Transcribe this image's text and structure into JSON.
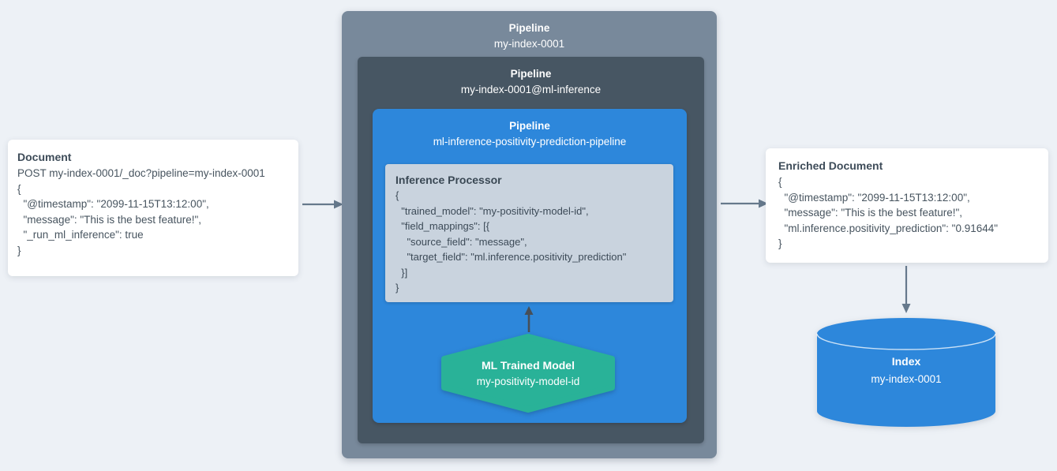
{
  "colors": {
    "background": "#edf1f6",
    "outer_pipeline_box": "#78899b",
    "inner_pipeline_box": "#475663",
    "blue_pipeline_box": "#2d87db",
    "processor_box": "#c9d3de",
    "model_hexagon": "#29b298",
    "index_cylinder": "#2d87db",
    "flow_arrow": "#66798c",
    "model_arrow": "#474f58",
    "card_text": "#47545f"
  },
  "document_card": {
    "title": "Document",
    "lines": [
      "POST my-index-0001/_doc?pipeline=my-index-0001",
      "{",
      "  \"@timestamp\": \"2099-11-15T13:12:00\",",
      "  \"message\": \"This is the best feature!\",",
      "  \"_run_ml_inference\": true",
      "}"
    ]
  },
  "outer_pipeline": {
    "title": "Pipeline",
    "name": "my-index-0001"
  },
  "ml_inference_pipeline": {
    "title": "Pipeline",
    "name": "my-index-0001@ml-inference"
  },
  "prediction_pipeline": {
    "title": "Pipeline",
    "name": "ml-inference-positivity-prediction-pipeline"
  },
  "inference_processor": {
    "title": "Inference Processor",
    "lines": [
      "{",
      "  \"trained_model\": \"my-positivity-model-id\",",
      "  \"field_mappings\": [{",
      "    \"source_field\": \"message\",",
      "    \"target_field\": \"ml.inference.positivity_prediction\"",
      "  }]",
      "}"
    ]
  },
  "ml_trained_model": {
    "title": "ML Trained Model",
    "name": "my-positivity-model-id"
  },
  "enriched_card": {
    "title": "Enriched Document",
    "lines": [
      "{",
      "  \"@timestamp\": \"2099-11-15T13:12:00\",",
      "  \"message\": \"This is the best feature!\",",
      "  \"ml.inference.positivity_prediction\": \"0.91644\"",
      "}"
    ]
  },
  "index": {
    "title": "Index",
    "name": "my-index-0001"
  }
}
